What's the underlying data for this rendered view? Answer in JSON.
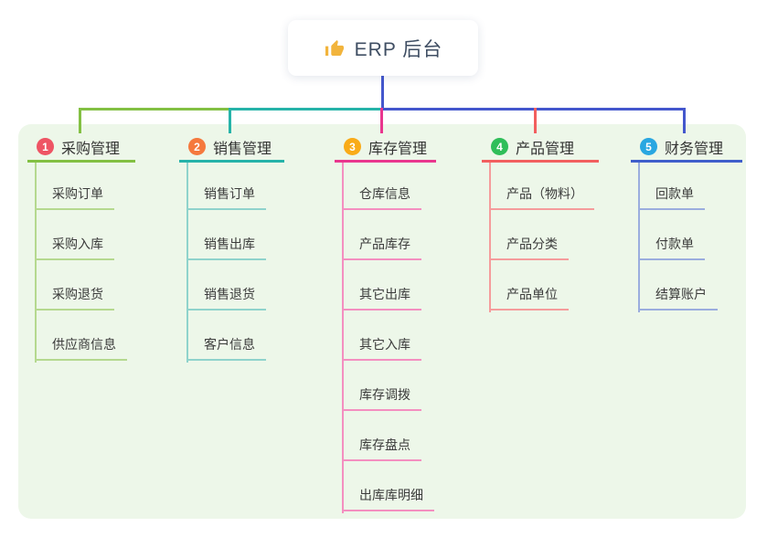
{
  "root": {
    "label": "ERP 后台",
    "icon": "thumbs-up-icon",
    "icon_color": "#f2b43c"
  },
  "colors": {
    "connector_blue": "#4457cd",
    "panel_bg": "#edf7e9",
    "root_card_bg": "#ffffff",
    "text": "#333333",
    "root_text": "#3f4e63"
  },
  "branches": [
    {
      "index": "1",
      "label": "采购管理",
      "badge_color": "#ee5464",
      "line_color": "#83c043",
      "child_line_color": "#b5d98f",
      "children": [
        "采购订单",
        "采购入库",
        "采购退货",
        "供应商信息"
      ]
    },
    {
      "index": "2",
      "label": "销售管理",
      "badge_color": "#f5793d",
      "line_color": "#26b3a9",
      "child_line_color": "#8fd3cc",
      "children": [
        "销售订单",
        "销售出库",
        "销售退货",
        "客户信息"
      ]
    },
    {
      "index": "3",
      "label": "库存管理",
      "badge_color": "#f9ab18",
      "line_color": "#e9368e",
      "child_line_color": "#f48fc0",
      "children": [
        "仓库信息",
        "产品库存",
        "其它出库",
        "其它入库",
        "库存调拨",
        "库存盘点",
        "出库库明细"
      ]
    },
    {
      "index": "4",
      "label": "产品管理",
      "badge_color": "#2fbe59",
      "line_color": "#f25f5f",
      "child_line_color": "#f59c9c",
      "children": [
        "产品（物料）",
        "产品分类",
        "产品单位"
      ]
    },
    {
      "index": "5",
      "label": "财务管理",
      "badge_color": "#29a7e1",
      "line_color": "#3f5ecb",
      "child_line_color": "#9badde",
      "children": [
        "回款单",
        "付款单",
        "结算账户"
      ]
    }
  ]
}
